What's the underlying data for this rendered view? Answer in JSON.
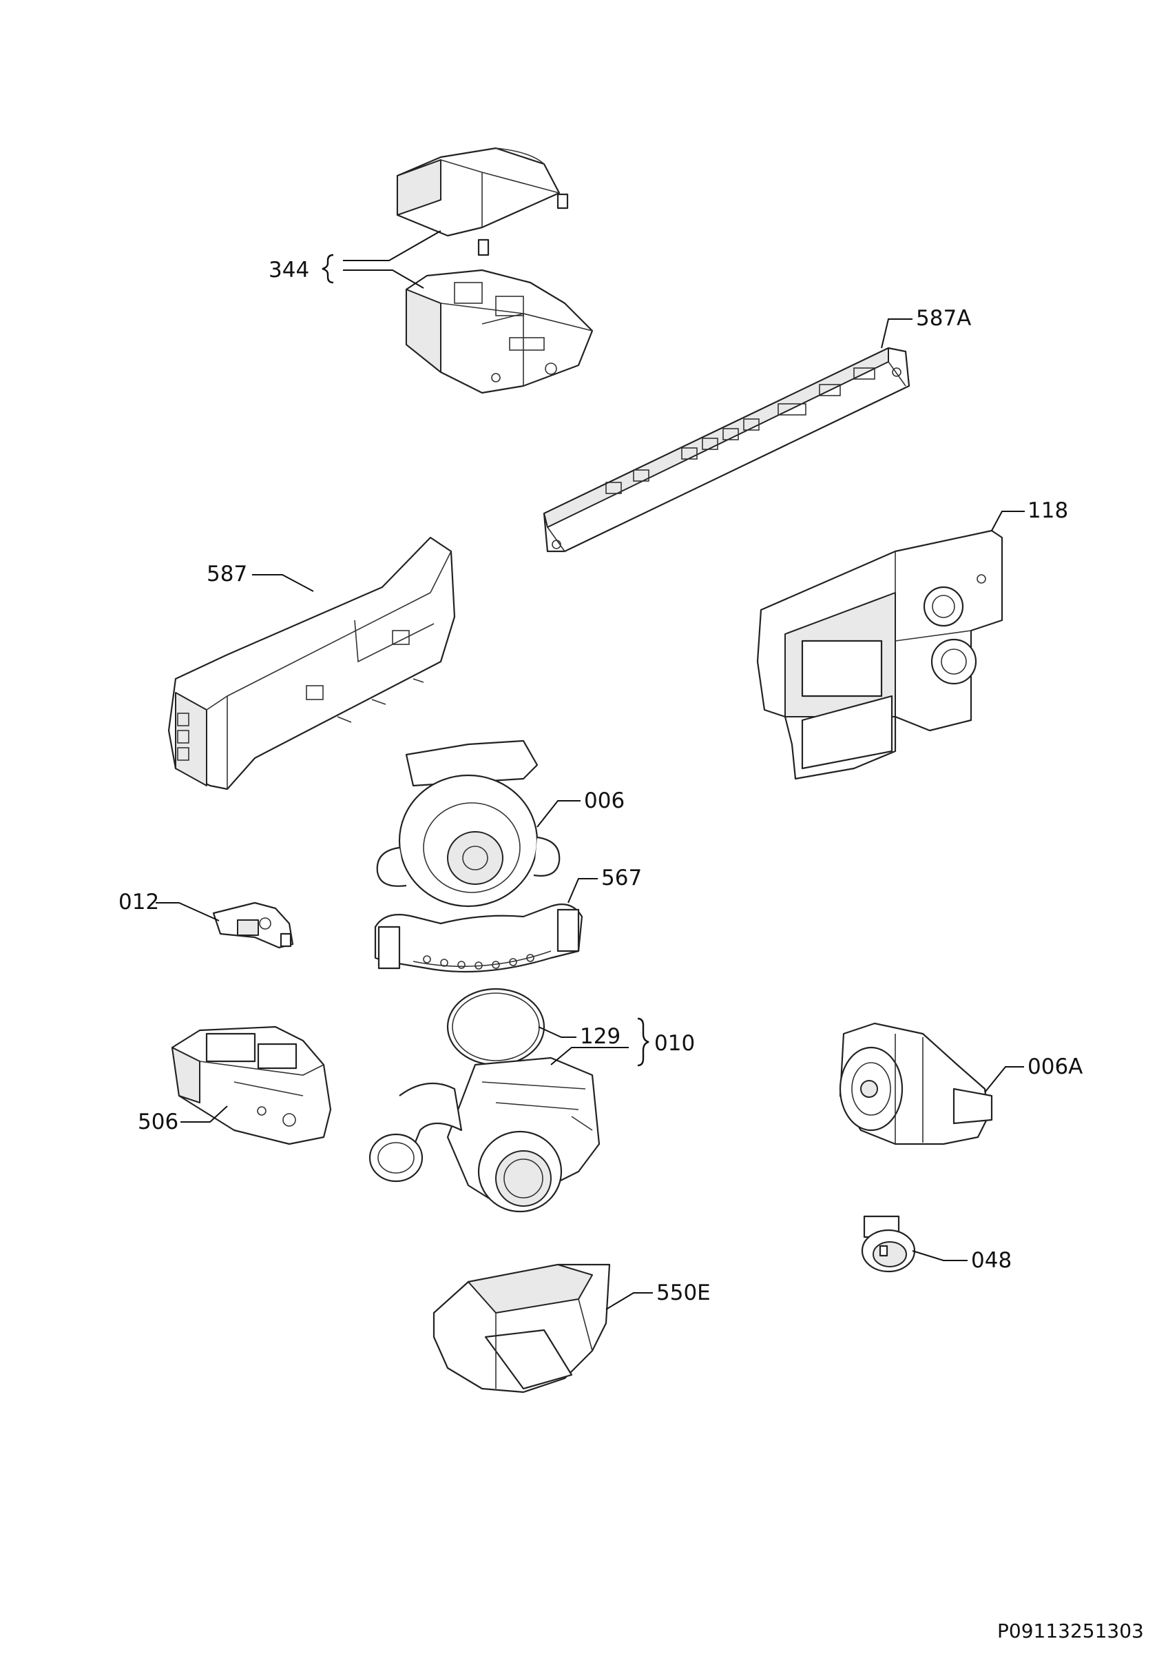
{
  "callouts": {
    "c344": "344",
    "c587A": "587A",
    "c118": "118",
    "c587": "587",
    "c006": "006",
    "c567": "567",
    "c012": "012",
    "c129": "129",
    "c010": "010",
    "c006A": "006A",
    "c506": "506",
    "c048": "048",
    "c550E": "550E"
  },
  "drawing_id": "P09113251303"
}
